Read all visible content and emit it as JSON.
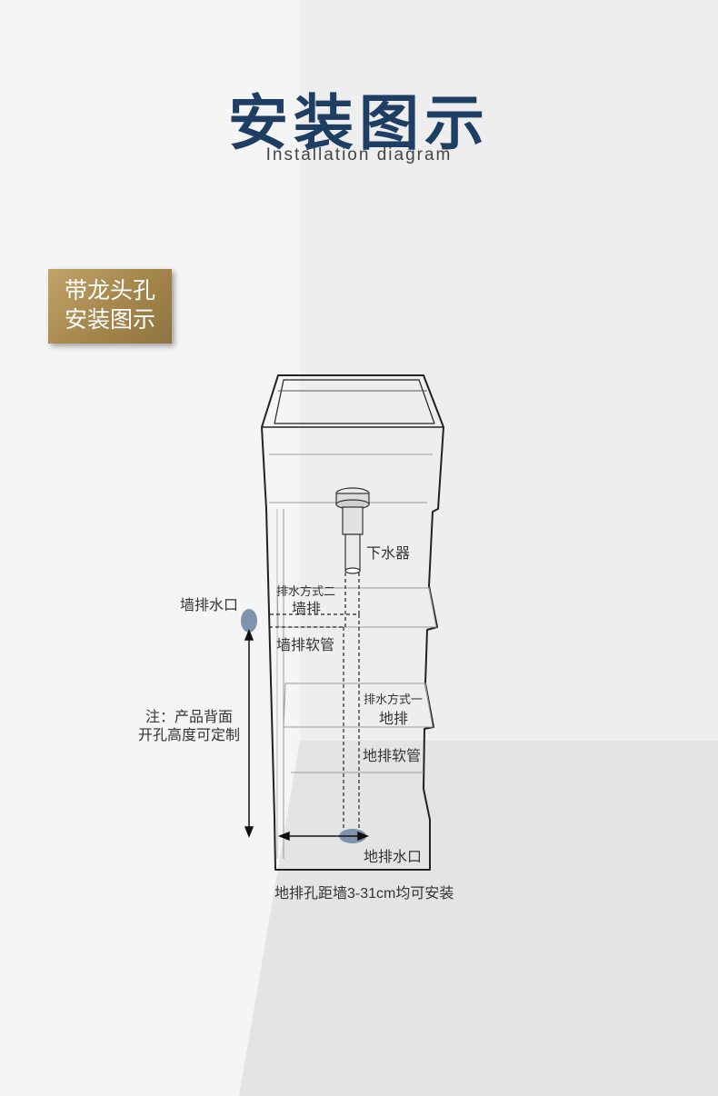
{
  "header": {
    "title_cn": "安装图示",
    "title_en": "Installation diagram"
  },
  "badge": {
    "line1": "带龙头孔",
    "line2": "安装图示"
  },
  "labels": {
    "drain": "下水器",
    "method_two": "排水方式二",
    "wall_drain": "墙排",
    "wall_outlet": "墙排水口",
    "wall_hose": "墙排软管",
    "method_one": "排水方式一",
    "floor_drain": "地排",
    "note_line1": "注：产品背面",
    "note_line2": "开孔高度可定制",
    "floor_hose": "地排软管",
    "floor_outlet": "地排水口",
    "distance_note": "地排孔距墙3-31cm均可安装"
  },
  "colors": {
    "title": "#1f3e63",
    "badge_gold": "#a98a4f",
    "outlet_blue": "#7f93ad",
    "line": "#222222"
  }
}
